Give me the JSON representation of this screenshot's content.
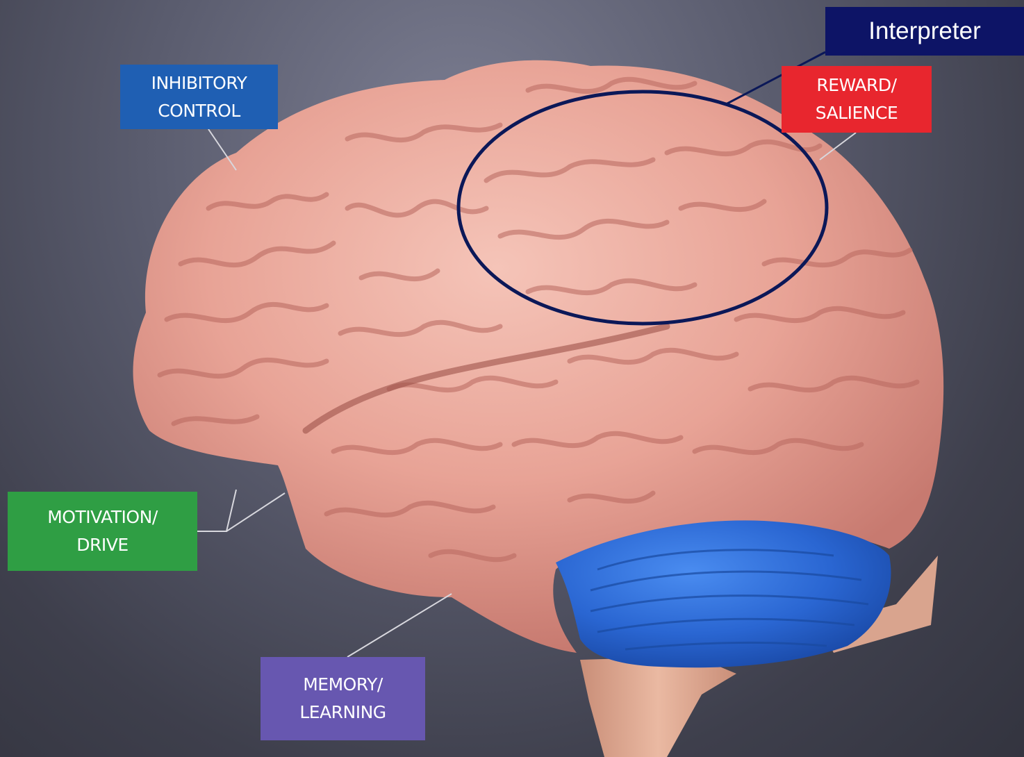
{
  "labels": {
    "inhibitory": {
      "line1": "INHIBITORY",
      "line2": "CONTROL",
      "color": "#1f5fb3"
    },
    "reward": {
      "line1": "REWARD/",
      "line2": "SALIENCE",
      "color": "#e8262e"
    },
    "motivation": {
      "line1": "MOTIVATION/",
      "line2": "DRIVE",
      "color": "#2f9e44"
    },
    "memory": {
      "line1": "MEMORY/",
      "line2": "LEARNING",
      "color": "#6757b0"
    },
    "interpreter": {
      "text": "Interpreter",
      "color": "#0d1466"
    }
  },
  "colors": {
    "brain": "#e8a69a",
    "cerebellum": "#2f6ed6",
    "brainstem": "#e0a98e",
    "ellipse": "#0b1858",
    "connector": "#d8d8de"
  }
}
